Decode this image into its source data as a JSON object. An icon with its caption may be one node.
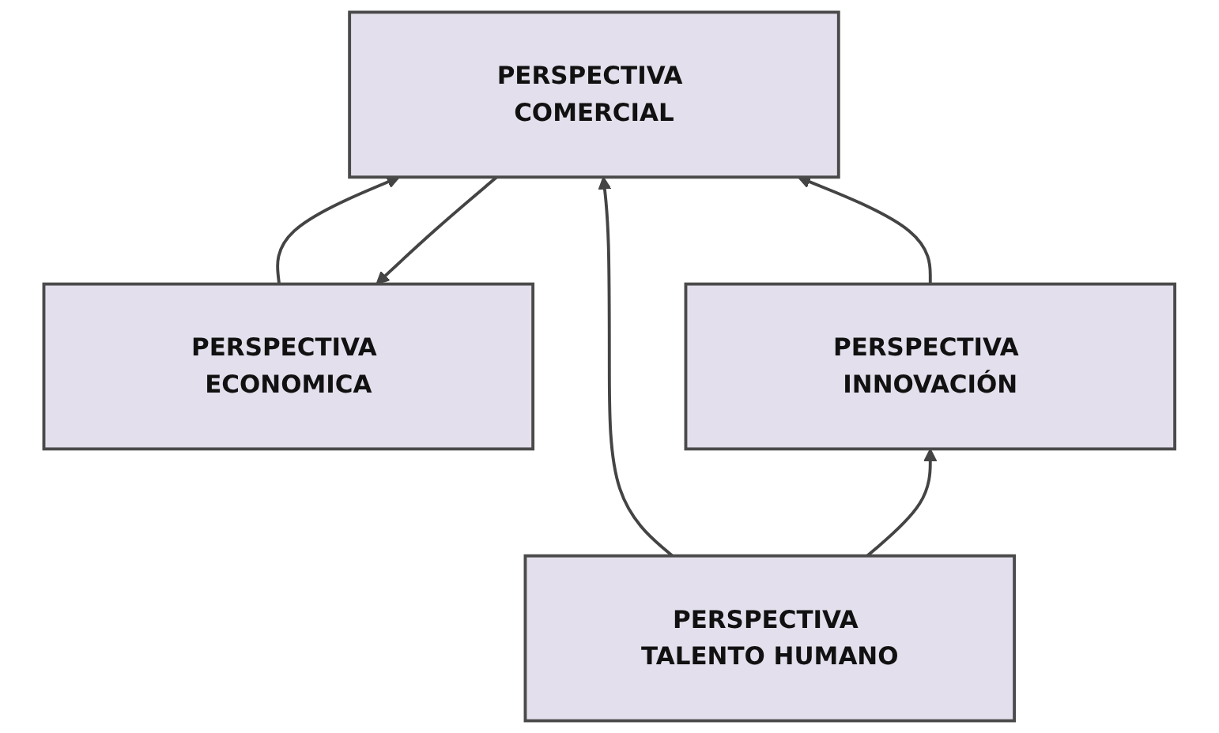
{
  "diagram": {
    "nodes": [
      {
        "text": [
          "PERSPECTIVA ECONOMICA"
        ]
      },
      {
        "text": [
          "PERSPECTIVA COMERCIAL"
        ]
      },
      {
        "text": [
          "PERSPECTIVA INNOVACIÓN"
        ]
      },
      {
        "text": [
          "PERSPECTIVA TALENTO HUMANO"
        ]
      }
    ],
    "edges": [
      {
        "from": 1,
        "to": 0,
        "arrow": "to"
      },
      {
        "from": 0,
        "to": 1,
        "arrow": "to"
      },
      {
        "from": 2,
        "to": 1,
        "arrow": "to"
      },
      {
        "from": 3,
        "to": 1,
        "arrow": "to"
      },
      {
        "from": 3,
        "to": 2,
        "arrow": "to"
      }
    ]
  }
}
